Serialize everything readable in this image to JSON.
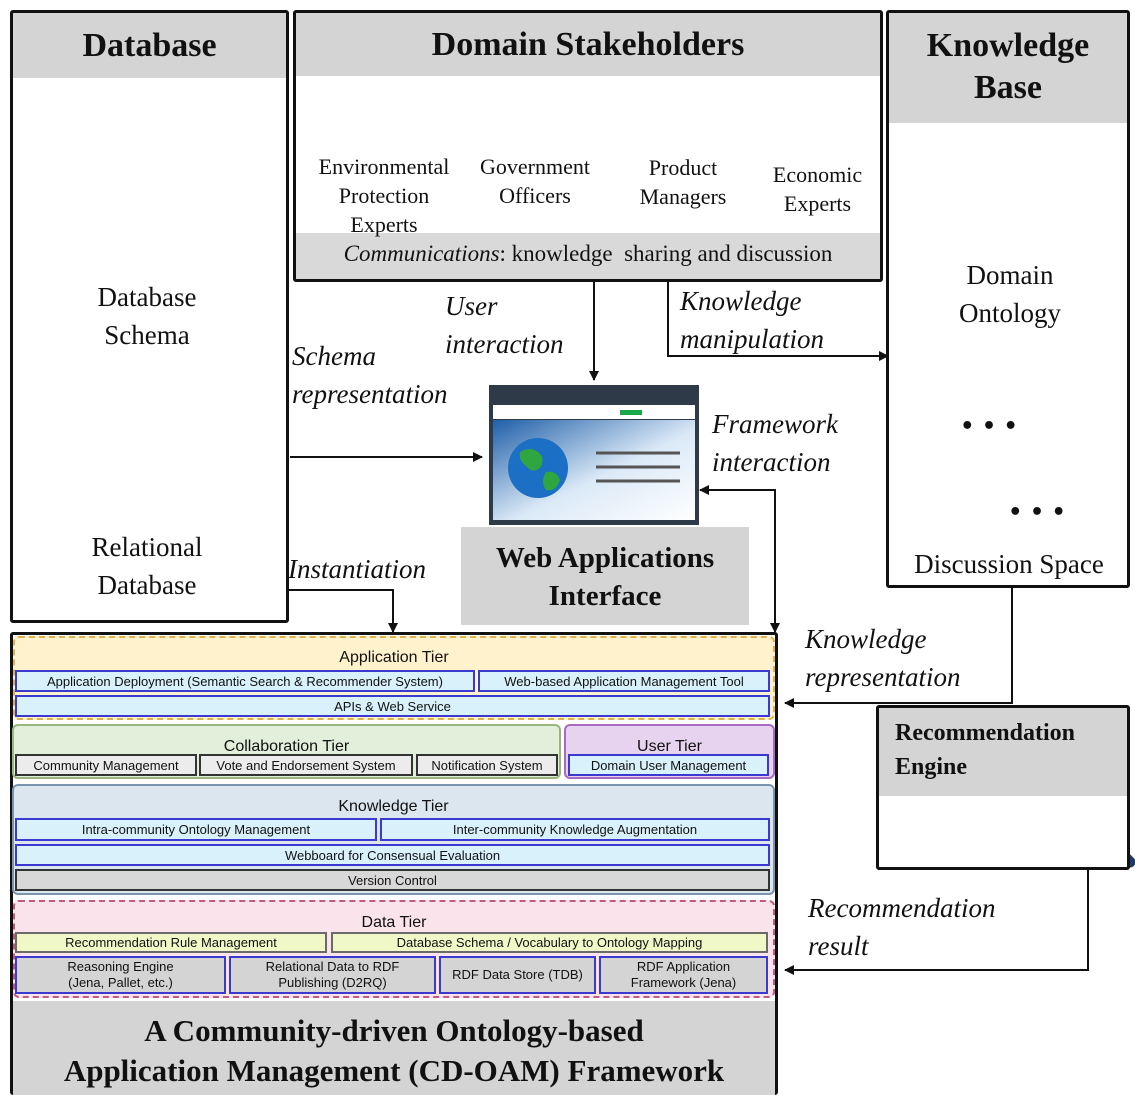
{
  "database": {
    "title": "Database",
    "schema_label_1": "Database",
    "schema_label_2": "Schema",
    "relational_label_1": "Relational",
    "relational_label_2": "Database"
  },
  "stakeholders": {
    "title": "Domain Stakeholders",
    "people": [
      {
        "line1": "Environmental",
        "line2": "Protection",
        "line3": "Experts"
      },
      {
        "line1": "Government",
        "line2": "Officers"
      },
      {
        "line1": "Product",
        "line2": "Managers"
      },
      {
        "line1": "Economic",
        "line2": "Experts"
      }
    ],
    "communications_em": "Communications",
    "communications_rest": ": knowledge  sharing and discussion"
  },
  "knowledge_base": {
    "title_1": "Knowledge",
    "title_2": "Base",
    "ontology_1": "Domain",
    "ontology_2": "Ontology",
    "discussion": "Discussion Space",
    "ellipsis": "• • •"
  },
  "flows": {
    "user_interaction_1": "User",
    "user_interaction_2": "interaction",
    "knowledge_manipulation_1": "Knowledge",
    "knowledge_manipulation_2": "manipulation",
    "schema_representation_1": "Schema",
    "schema_representation_2": "representation",
    "framework_interaction_1": "Framework",
    "framework_interaction_2": "interaction",
    "instantiation": "Instantiation",
    "knowledge_representation_1": "Knowledge",
    "knowledge_representation_2": "representation",
    "recommendation_result_1": "Recommendation",
    "recommendation_result_2": "result"
  },
  "web_interface": {
    "title_1": "Web Applications",
    "title_2": "Interface"
  },
  "recommendation_engine": {
    "title_1": "Recommendation",
    "title_2": "Engine"
  },
  "framework": {
    "title_1": "A Community-driven Ontology-based",
    "title_2": "Application Management (CD-OAM) Framework",
    "application_tier": {
      "title": "Application Tier",
      "items": [
        "Application Deployment (Semantic Search & Recommender System)",
        "Web-based Application Management Tool",
        "APIs & Web Service"
      ]
    },
    "collaboration_tier": {
      "title": "Collaboration Tier",
      "items": [
        "Community Management",
        "Vote and Endorsement System",
        "Notification System"
      ]
    },
    "user_tier": {
      "title": "User Tier",
      "items": [
        "Domain User Management"
      ]
    },
    "knowledge_tier": {
      "title": "Knowledge Tier",
      "items": [
        "Intra-community Ontology Management",
        "Inter-community Knowledge Augmentation",
        "Webboard for Consensual Evaluation",
        "Version Control"
      ]
    },
    "data_tier": {
      "title": "Data Tier",
      "items": [
        "Recommendation Rule Management",
        "Database Schema / Vocabulary to Ontology Mapping"
      ],
      "engines": [
        {
          "line1": "Reasoning Engine",
          "line2": "(Jena, Pallet, etc.)"
        },
        {
          "line1": "Relational Data to RDF",
          "line2": "Publishing (D2RQ)"
        },
        {
          "line1": "RDF Data Store (TDB)"
        },
        {
          "line1": "RDF Application",
          "line2": "Framework (Jena)"
        }
      ]
    }
  },
  "colors": {
    "header_gray": "#d4d4d4",
    "schema_blue": "#5b9bd5",
    "ontology_blue": "#1f4e9c",
    "ontology_fill_blue": "#9dc3e6",
    "ontology_fill_cream": "#fff2cc",
    "app_tier_bg": "#fff2cc",
    "collab_tier_bg": "#e2efda",
    "user_tier_bg": "#e7d3ef",
    "knowledge_tier_bg": "#dce6ee",
    "data_tier_bg": "#fbe3ec"
  }
}
